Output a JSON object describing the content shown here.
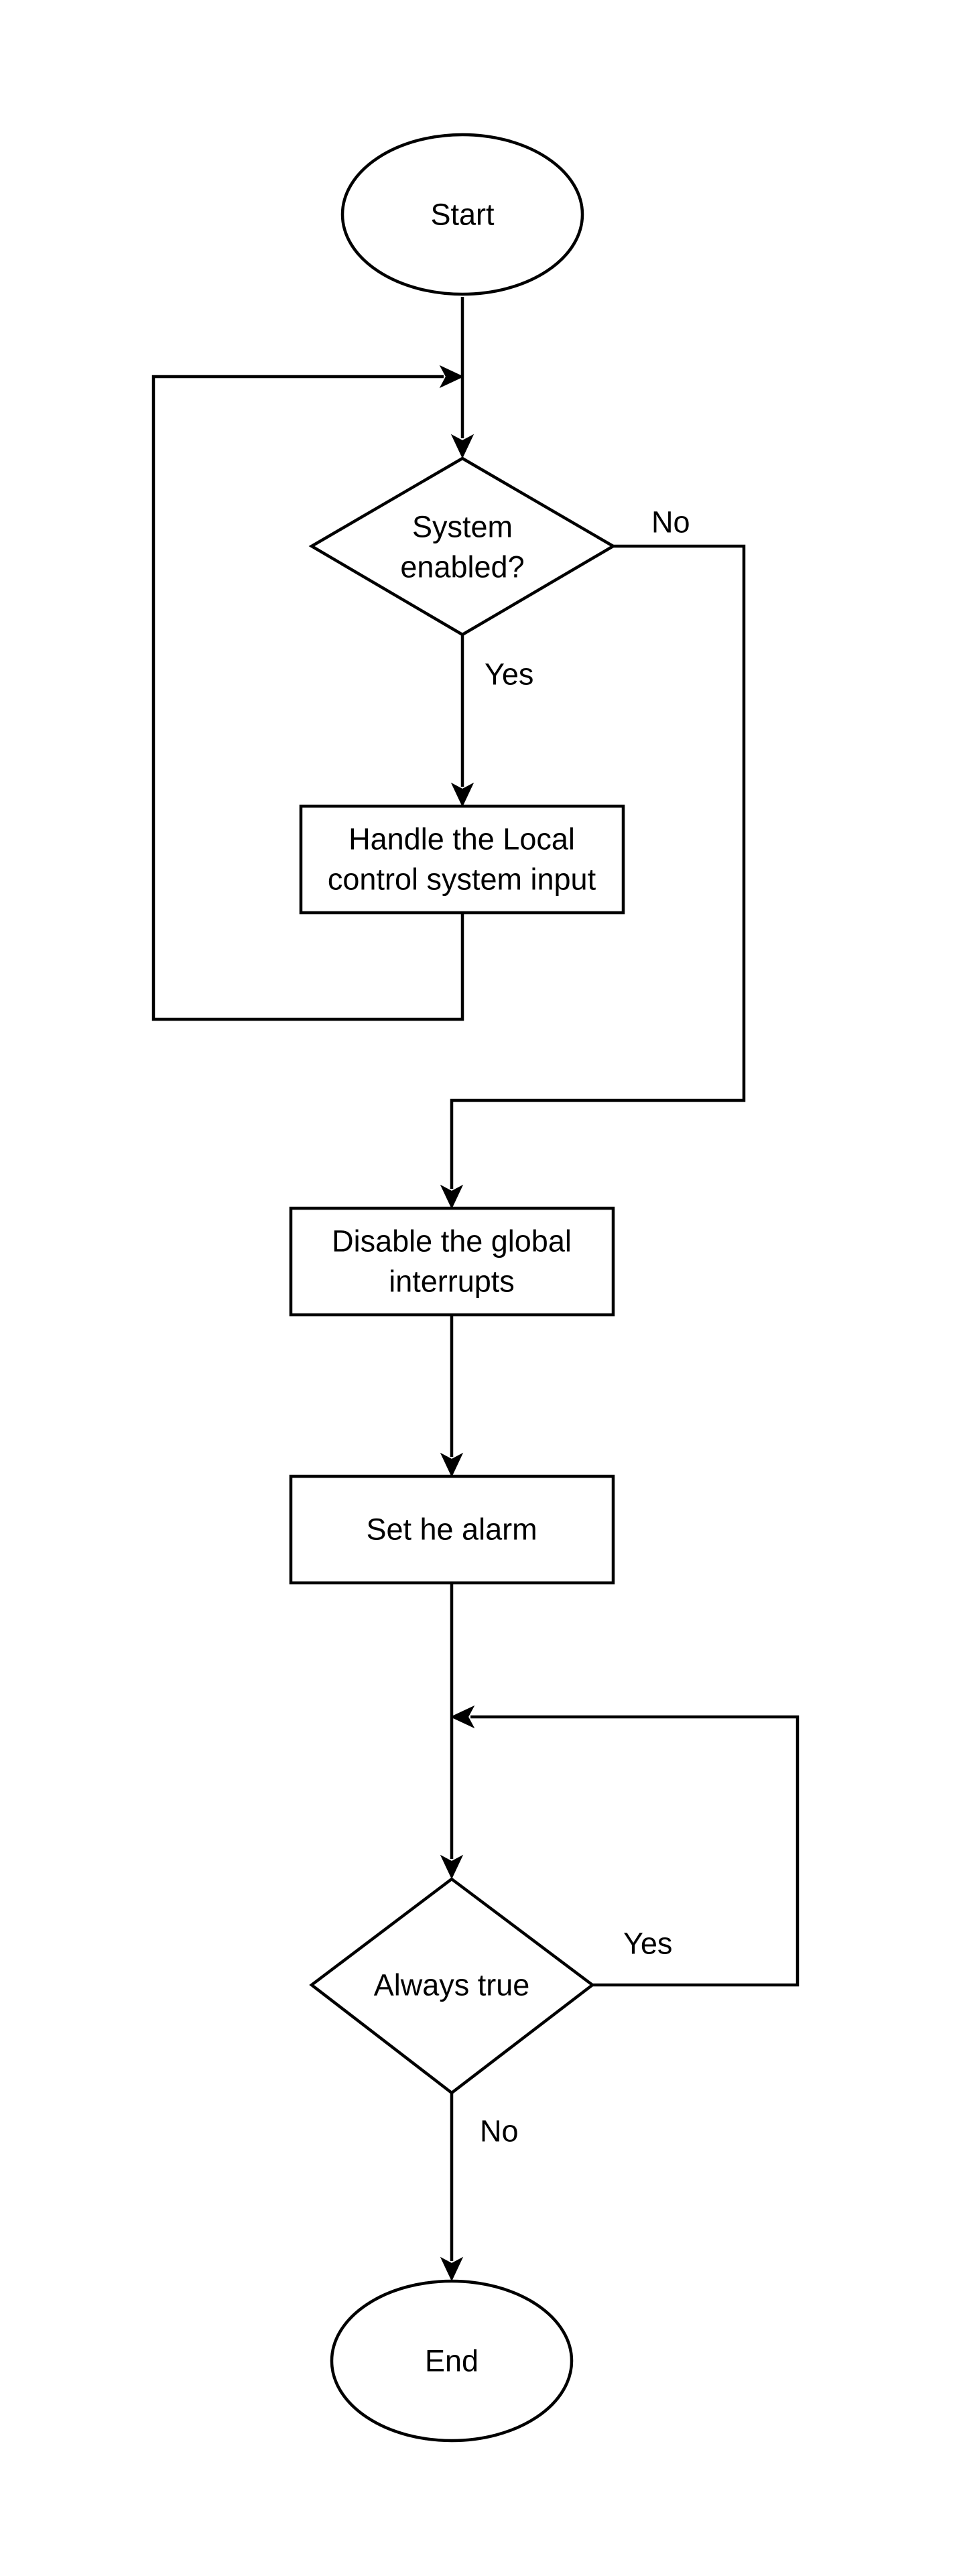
{
  "nodes": {
    "start": {
      "lines": [
        "Start"
      ]
    },
    "system_enabled": {
      "lines": [
        "System",
        "enabled?"
      ]
    },
    "handle_local": {
      "lines": [
        "Handle the Local",
        "control system input"
      ]
    },
    "disable_interrupts": {
      "lines": [
        "Disable the global",
        "interrupts"
      ]
    },
    "set_alarm": {
      "lines": [
        "Set he alarm"
      ]
    },
    "always_true": {
      "lines": [
        "Always true"
      ]
    },
    "end": {
      "lines": [
        "End"
      ]
    }
  },
  "edge_labels": {
    "system_enabled_no": "No",
    "system_enabled_yes": "Yes",
    "always_true_yes": "Yes",
    "always_true_no": "No"
  }
}
